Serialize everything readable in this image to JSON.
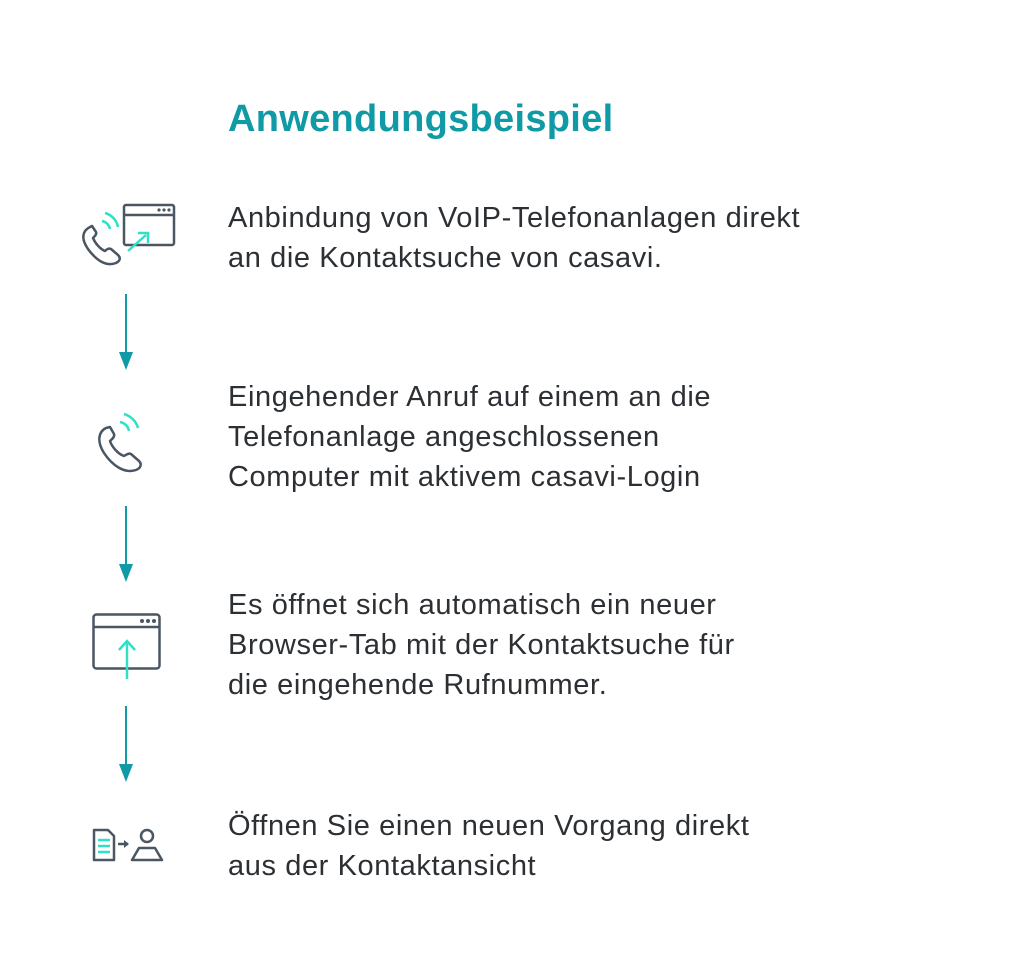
{
  "title": "Anwendungsbeispiel",
  "colors": {
    "accent": "#0f9aa6",
    "icon": "#4a5662",
    "highlight": "#2fe0c6",
    "text": "#2c3034"
  },
  "steps": [
    {
      "icon": "phone-to-browser-icon",
      "lines": [
        "Anbindung von VoIP-Telefonanlagen direkt",
        "an die Kontaktsuche von casavi."
      ]
    },
    {
      "icon": "ringing-phone-icon",
      "lines": [
        "Eingehender Anruf auf einem an die",
        "Telefonanlage angeschlossenen",
        "Computer mit aktivem casavi-Login"
      ]
    },
    {
      "icon": "browser-upload-icon",
      "lines": [
        "Es öffnet sich automatisch ein neuer",
        "Browser-Tab mit der Kontaktsuche für",
        "die eingehende Rufnummer."
      ]
    },
    {
      "icon": "document-to-contact-icon",
      "lines": [
        "Öffnen Sie einen neuen Vorgang direkt",
        "aus der Kontaktansicht"
      ]
    }
  ]
}
